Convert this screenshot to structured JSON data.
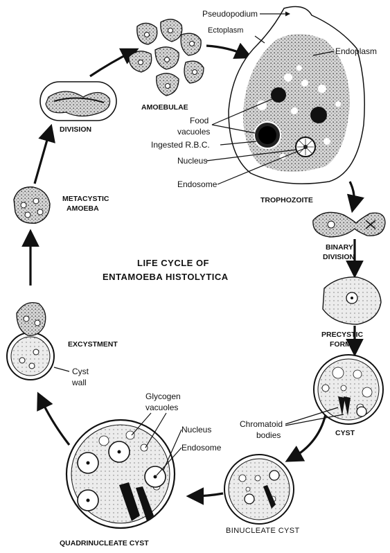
{
  "title": {
    "line1": "LIFE CYCLE OF",
    "line2": "ENTAMOEBA HISTOLYTICA"
  },
  "stages": {
    "amoebulae": "AMOEBULAE",
    "division": "DIVISION",
    "metacystic_line1": "METACYSTIC",
    "metacystic_line2": "AMOEBA",
    "trophozoite": "TROPHOZOITE",
    "binary_line1": "BINARY",
    "binary_line2": "DIVISION",
    "precystic_line1": "PRECYSTIC",
    "precystic_line2": "FORM",
    "cyst": "CYST",
    "binucleate": "BINUCLEATE CYST",
    "quadrinucleate": "QUADRINUCLEATE CYST",
    "excystment": "EXCYSTMENT"
  },
  "labels": {
    "pseudopodium": "Pseudopodium",
    "ectoplasm": "Ectoplasm",
    "endoplasm": "Endoplasm",
    "food_line1": "Food",
    "food_line2": "vacuoles",
    "ingested_rbc": "Ingested R.B.C.",
    "nucleus": "Nucleus",
    "endosome": "Endosome",
    "chromatoid_line1": "Chromatoid",
    "chromatoid_line2": "bodies",
    "glycogen_line1": "Glycogen",
    "glycogen_line2": "vacuoles",
    "q_nucleus": "Nucleus",
    "q_endosome": "Endosome",
    "cystwall_line1": "Cyst",
    "cystwall_line2": "wall"
  }
}
